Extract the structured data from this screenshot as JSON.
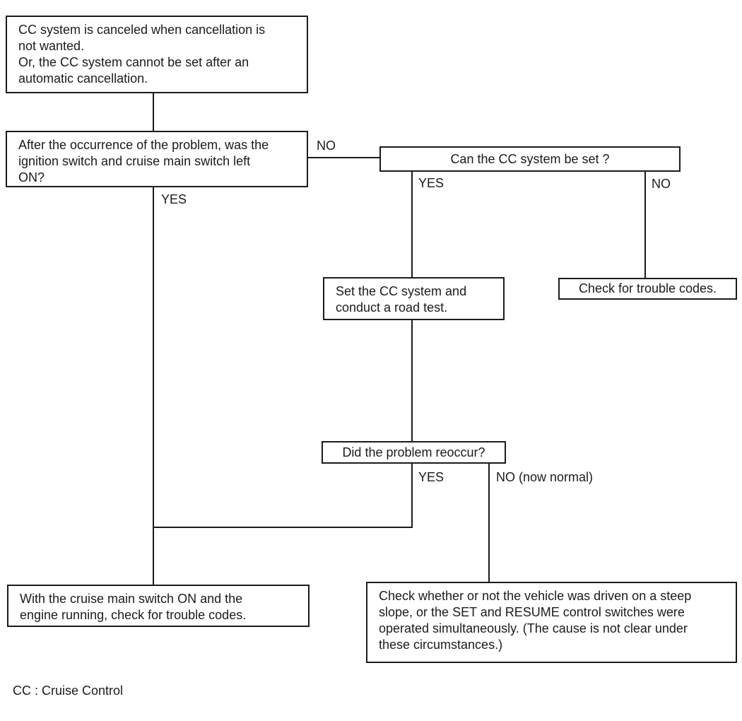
{
  "diagram": {
    "type": "flowchart",
    "colors": {
      "ink": "#1b1b1b",
      "paper": "#ffffff"
    },
    "footnote": "CC : Cruise Control",
    "nodes": {
      "symptom": {
        "lines": [
          "CC system is canceled when cancellation is",
          "not wanted.",
          "Or, the CC system cannot be set after an",
          "automatic cancellation."
        ]
      },
      "question_ignition": {
        "lines": [
          "After the occurrence of the problem, was the",
          "ignition switch and cruise main switch left",
          "ON?"
        ]
      },
      "can_set": {
        "lines": [
          "Can the CC system be set ?"
        ]
      },
      "road_test": {
        "lines": [
          "Set the CC system and",
          "conduct a road test."
        ]
      },
      "trouble_codes": {
        "lines": [
          "Check for trouble codes."
        ]
      },
      "reoccur": {
        "lines": [
          "Did the problem reoccur?"
        ]
      },
      "main_switch_check": {
        "lines": [
          "With the cruise main switch ON and the",
          "engine running, check for trouble codes."
        ]
      },
      "steep_slope_check": {
        "lines": [
          "Check whether or not the vehicle was driven on a steep",
          "slope, or the SET and RESUME control switches were",
          "operated simultaneously. (The cause is not clear under",
          "these circumstances.)"
        ]
      }
    },
    "edge_labels": {
      "q1_no": "NO",
      "q1_yes": "YES",
      "can_set_yes": "YES",
      "can_set_no": "NO",
      "reoccur_yes": "YES",
      "reoccur_no": "NO (now normal)"
    }
  }
}
